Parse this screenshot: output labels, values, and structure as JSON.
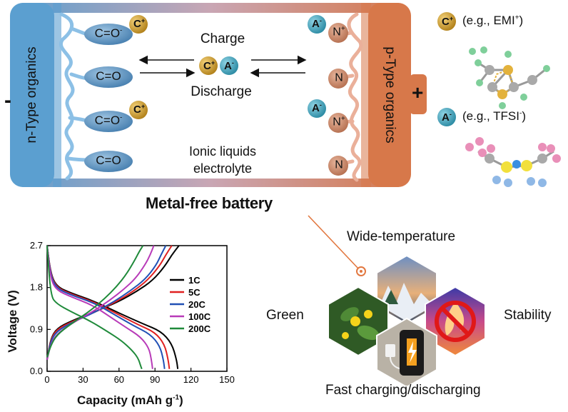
{
  "battery": {
    "negative_sign": "-",
    "positive_sign": "+",
    "n_label": "n-Type organics",
    "p_label": "p-Type organics",
    "charge": "Charge",
    "discharge": "Discharge",
    "electrolyte_line1": "Ionic liquids",
    "electrolyte_line2": "electrolyte",
    "n_groups": [
      "C=O",
      "C=O",
      "C=O",
      "C=O"
    ],
    "n_superscripts": [
      "-",
      "",
      "-",
      ""
    ],
    "p_groups": [
      "N",
      "N",
      "N",
      "N"
    ],
    "p_superscripts": [
      "+",
      "",
      "+",
      ""
    ],
    "cation": "C",
    "cation_sup": "+",
    "anion": "A",
    "anion_sup": "-"
  },
  "legend_ions": {
    "cation_example": "(e.g., EMI",
    "cation_example_sup": "+",
    "anion_example": "(e.g., TFSI",
    "anion_example_sup": "-",
    "close_paren": ")"
  },
  "title": "Metal-free battery",
  "features": {
    "wide_temperature": "Wide-temperature",
    "green": "Green",
    "stability": "Stability",
    "fast": "Fast charging/discharging"
  },
  "colors": {
    "n_blue": "#5b9fd0",
    "p_orange": "#d7784a",
    "cation_gold": "#c99a2a",
    "anion_teal": "#3a9fb5",
    "pill_blue": "#5e93c0",
    "pill_orange": "#c9866a"
  },
  "chart_data": {
    "type": "line",
    "xlabel": "Capacity (mAh g",
    "xlabel_sup": "-1",
    "xlabel_close": ")",
    "ylabel": "Voltage (V)",
    "xlim": [
      0,
      150
    ],
    "ylim": [
      0,
      2.7
    ],
    "xticks": [
      0,
      30,
      60,
      90,
      120,
      150
    ],
    "yticks": [
      0.0,
      0.9,
      1.8,
      2.7
    ],
    "ytick_labels": [
      "0.0",
      "0.9",
      "1.8",
      "2.7"
    ],
    "legend_position": "right",
    "series": [
      {
        "name": "1C",
        "color": "#000000",
        "charge": [
          [
            0,
            0.25
          ],
          [
            3,
            0.7
          ],
          [
            8,
            0.92
          ],
          [
            20,
            1.08
          ],
          [
            40,
            1.28
          ],
          [
            60,
            1.5
          ],
          [
            75,
            1.72
          ],
          [
            88,
            1.95
          ],
          [
            98,
            2.25
          ],
          [
            104,
            2.5
          ],
          [
            110,
            2.7
          ]
        ],
        "discharge": [
          [
            0,
            2.7
          ],
          [
            3,
            2.1
          ],
          [
            8,
            1.82
          ],
          [
            20,
            1.68
          ],
          [
            40,
            1.5
          ],
          [
            60,
            1.25
          ],
          [
            80,
            1.02
          ],
          [
            95,
            0.86
          ],
          [
            104,
            0.6
          ],
          [
            108,
            0.25
          ],
          [
            109,
            0.05
          ]
        ]
      },
      {
        "name": "5C",
        "color": "#e02020",
        "charge": [
          [
            0,
            0.25
          ],
          [
            3,
            0.68
          ],
          [
            8,
            0.9
          ],
          [
            20,
            1.06
          ],
          [
            40,
            1.27
          ],
          [
            58,
            1.5
          ],
          [
            72,
            1.72
          ],
          [
            84,
            1.96
          ],
          [
            94,
            2.27
          ],
          [
            99,
            2.5
          ],
          [
            104,
            2.7
          ]
        ],
        "discharge": [
          [
            0,
            2.7
          ],
          [
            3,
            2.08
          ],
          [
            8,
            1.8
          ],
          [
            20,
            1.66
          ],
          [
            40,
            1.48
          ],
          [
            58,
            1.24
          ],
          [
            76,
            1.0
          ],
          [
            90,
            0.84
          ],
          [
            98,
            0.58
          ],
          [
            101,
            0.25
          ],
          [
            102,
            0.05
          ]
        ]
      },
      {
        "name": "20C",
        "color": "#2150b5",
        "charge": [
          [
            0,
            0.25
          ],
          [
            3,
            0.65
          ],
          [
            8,
            0.86
          ],
          [
            20,
            1.04
          ],
          [
            40,
            1.27
          ],
          [
            56,
            1.5
          ],
          [
            70,
            1.74
          ],
          [
            82,
            1.98
          ],
          [
            91,
            2.28
          ],
          [
            95,
            2.5
          ],
          [
            99,
            2.7
          ]
        ],
        "discharge": [
          [
            0,
            2.7
          ],
          [
            3,
            2.05
          ],
          [
            8,
            1.78
          ],
          [
            20,
            1.64
          ],
          [
            40,
            1.46
          ],
          [
            56,
            1.22
          ],
          [
            72,
            0.98
          ],
          [
            86,
            0.8
          ],
          [
            94,
            0.55
          ],
          [
            97,
            0.25
          ],
          [
            98,
            0.05
          ]
        ]
      },
      {
        "name": "100C",
        "color": "#b83ab8",
        "charge": [
          [
            0,
            0.25
          ],
          [
            3,
            0.58
          ],
          [
            8,
            0.8
          ],
          [
            20,
            1.02
          ],
          [
            38,
            1.28
          ],
          [
            52,
            1.52
          ],
          [
            64,
            1.76
          ],
          [
            74,
            2.0
          ],
          [
            82,
            2.3
          ],
          [
            86,
            2.5
          ],
          [
            89,
            2.7
          ]
        ],
        "discharge": [
          [
            0,
            2.7
          ],
          [
            3,
            1.98
          ],
          [
            8,
            1.74
          ],
          [
            20,
            1.6
          ],
          [
            38,
            1.42
          ],
          [
            52,
            1.18
          ],
          [
            66,
            0.94
          ],
          [
            78,
            0.74
          ],
          [
            85,
            0.5
          ],
          [
            87,
            0.25
          ],
          [
            88,
            0.05
          ]
        ]
      },
      {
        "name": "200C",
        "color": "#1f8a3a",
        "charge": [
          [
            0,
            0.3
          ],
          [
            3,
            0.55
          ],
          [
            8,
            0.78
          ],
          [
            20,
            1.02
          ],
          [
            36,
            1.3
          ],
          [
            48,
            1.56
          ],
          [
            58,
            1.82
          ],
          [
            66,
            2.08
          ],
          [
            73,
            2.38
          ],
          [
            77,
            2.58
          ],
          [
            80,
            2.7
          ]
        ],
        "discharge": [
          [
            0,
            2.7
          ],
          [
            3,
            1.62
          ],
          [
            8,
            1.45
          ],
          [
            20,
            1.28
          ],
          [
            36,
            1.08
          ],
          [
            50,
            0.86
          ],
          [
            62,
            0.66
          ],
          [
            71,
            0.45
          ],
          [
            76,
            0.28
          ],
          [
            78,
            0.12
          ],
          [
            79,
            0.05
          ]
        ]
      }
    ]
  }
}
